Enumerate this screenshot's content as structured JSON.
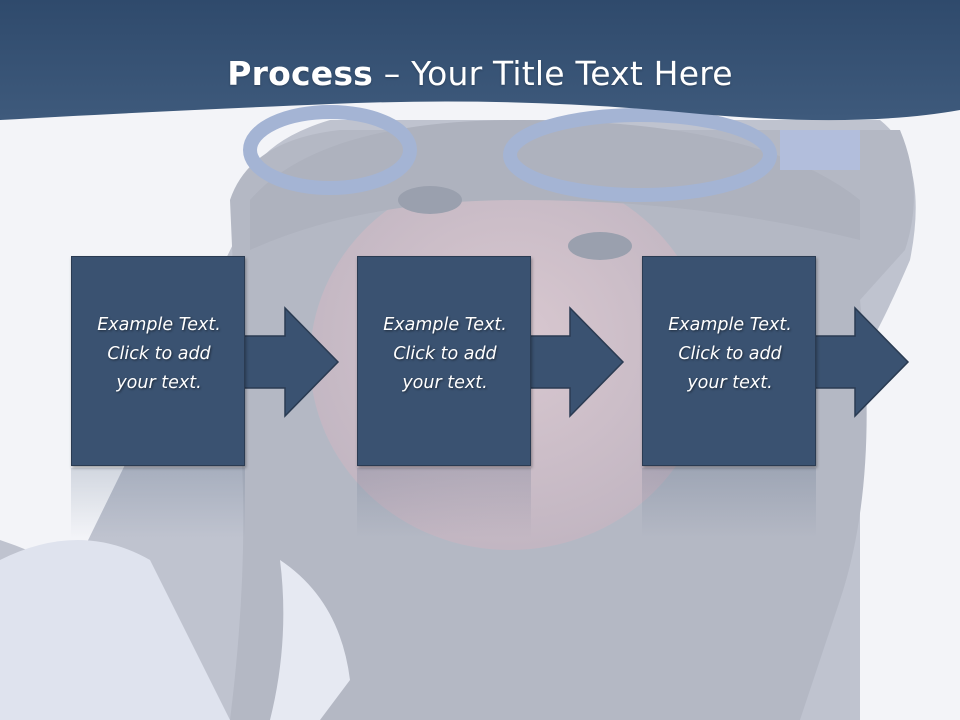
{
  "slide": {
    "title_bold": "Process",
    "title_rest": " – Your Title Text Here",
    "steps": [
      {
        "text": "Example Text.\nClick  to add\nyour text."
      },
      {
        "text": "Example Text.\nClick  to add\nyour text."
      },
      {
        "text": "Example Text.\nClick  to add\nyour text."
      }
    ],
    "colors": {
      "header": "#3a5271",
      "box": "#3a5271",
      "background": "#f3f4f8"
    },
    "icons": [
      "right-arrow-icon",
      "right-arrow-icon",
      "right-arrow-icon"
    ]
  }
}
